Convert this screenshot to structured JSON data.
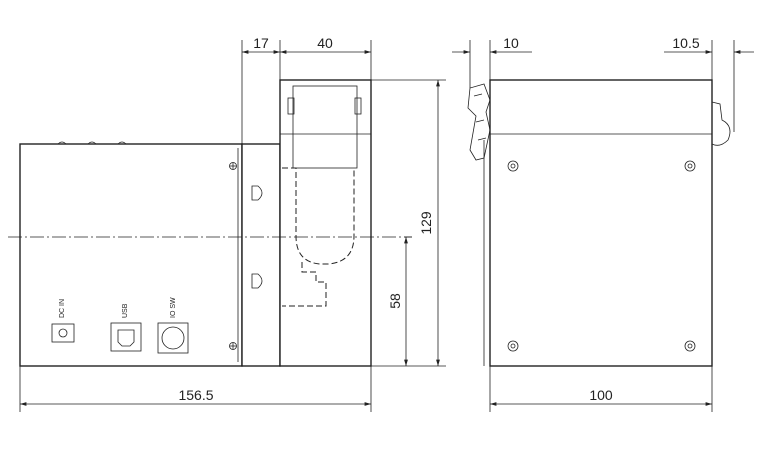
{
  "dimensions": {
    "width_left": "156.5",
    "width_right": "100",
    "height_total": "129",
    "height_lower": "58",
    "top_17": "17",
    "top_40": "40",
    "top_10": "10",
    "top_10_5": "10.5"
  },
  "ports": {
    "dc_in": "DC IN",
    "usb": "USB",
    "io_sw": "IO SW"
  }
}
